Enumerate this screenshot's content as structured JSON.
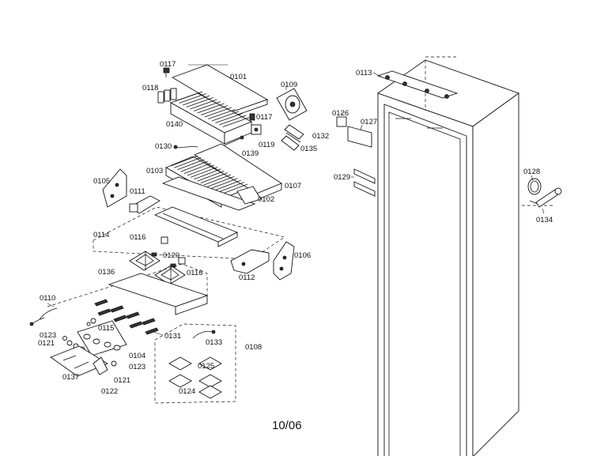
{
  "labels": {
    "l0117a": "0117",
    "l0101": "0101",
    "l0118": "0118",
    "l0109": "0109",
    "l0140": "0140",
    "l0117b": "0117",
    "l0119": "0119",
    "l0132": "0132",
    "l0135": "0135",
    "l0130": "0130",
    "l0139": "0139",
    "l0103": "0103",
    "l0107": "0107",
    "l0102": "0102",
    "l0105": "0105",
    "l0111": "0111",
    "l0114": "0114",
    "l0116a": "0116",
    "l0120": "0120",
    "l0116b": "0116",
    "l0112": "0112",
    "l0106": "0106",
    "l0136": "0136",
    "l0110": "0110",
    "l0115": "0115",
    "l0131": "0131",
    "l0133": "0133",
    "l0108": "0108",
    "l0123a": "0123",
    "l0121a": "0121",
    "l0104": "0104",
    "l0123b": "0123",
    "l0137": "0137",
    "l0121b": "0121",
    "l0122": "0122",
    "l0125": "0125",
    "l0124": "0124",
    "l0113": "0113",
    "l0126": "0126",
    "l0127": "0127",
    "l0129": "0129",
    "l0128": "0128",
    "l0134": "0134"
  },
  "footer": {
    "code": "10/06"
  }
}
